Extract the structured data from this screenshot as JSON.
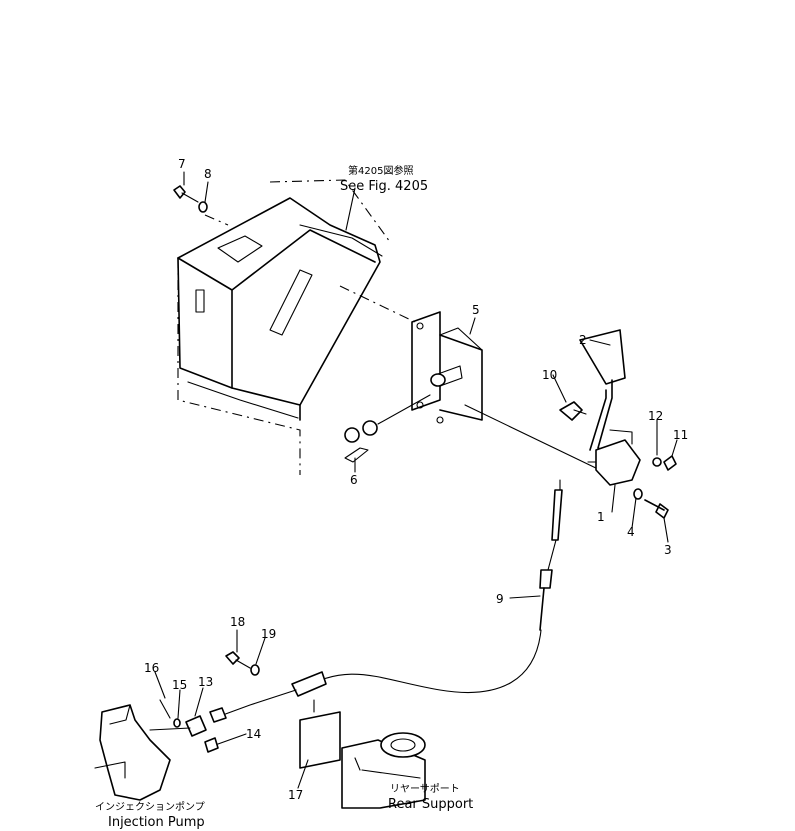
{
  "references": {
    "see_fig_jp": "第4205図参照",
    "see_fig_en": "See Fig. 4205"
  },
  "parts": [
    {
      "no": "1"
    },
    {
      "no": "2"
    },
    {
      "no": "3"
    },
    {
      "no": "4"
    },
    {
      "no": "5"
    },
    {
      "no": "6"
    },
    {
      "no": "7"
    },
    {
      "no": "8"
    },
    {
      "no": "9"
    },
    {
      "no": "10"
    },
    {
      "no": "11"
    },
    {
      "no": "12"
    },
    {
      "no": "13"
    },
    {
      "no": "14"
    },
    {
      "no": "15"
    },
    {
      "no": "16"
    },
    {
      "no": "17"
    },
    {
      "no": "18"
    },
    {
      "no": "19"
    }
  ],
  "captions": {
    "rear_support_jp": "リヤーサポート",
    "rear_support_en": "Rear Support",
    "injection_pump_jp": "インジェクションポンプ",
    "injection_pump_en": "Injection Pump"
  }
}
